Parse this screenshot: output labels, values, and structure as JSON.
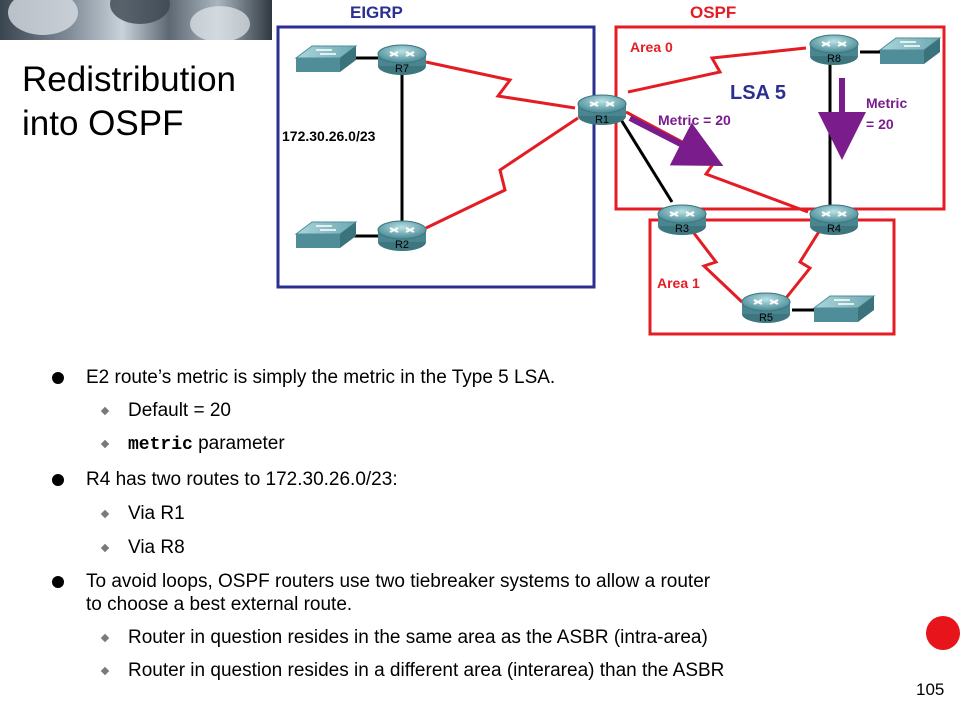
{
  "title": {
    "line1": "Redistribution",
    "line2": "into OSPF"
  },
  "diagram": {
    "eigrp_label": "EIGRP",
    "ospf_label": "OSPF",
    "area0_label": "Area 0",
    "area1_label": "Area 1",
    "network_label": "172.30.26.0/23",
    "lsa_label": "LSA 5",
    "metric_left": "Metric = 20",
    "metric_right_1": "Metric",
    "metric_right_2": "= 20",
    "routers": [
      "R7",
      "R2",
      "R1",
      "R8",
      "R3",
      "R4",
      "R5"
    ],
    "colors": {
      "eigrp": "#2b2f8f",
      "ospf": "#e41c24",
      "arrow": "#7b1c8c",
      "serial": "#e41c24"
    }
  },
  "bullets": {
    "b1": "E2 route’s metric is simply the metric in the Type 5 LSA.",
    "b1_sub1": "Default = 20",
    "b1_sub2_code": "metric",
    "b1_sub2_text": " parameter",
    "b2": "R4 has two routes to 172.30.26.0/23:",
    "b2_sub1": "Via R1",
    "b2_sub2": "Via R8",
    "b3_line1": "To avoid loops, OSPF routers use two tiebreaker systems to allow a router",
    "b3_line2": "to choose a best external route.",
    "b3_sub1": "Router in question resides in the same area as the ASBR (intra-area)",
    "b3_sub2": "Router in question resides in a different area (interarea)  than the ASBR"
  },
  "page_number": "105"
}
